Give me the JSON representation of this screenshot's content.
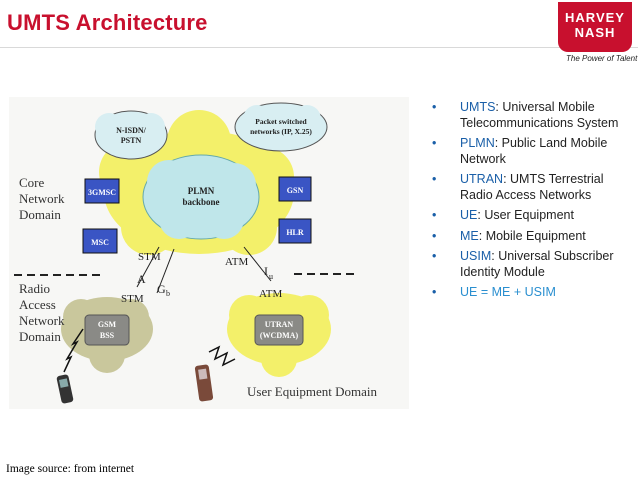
{
  "slide": {
    "title": "UMTS Architecture",
    "caption": "Image source: from internet"
  },
  "logo": {
    "line1": "HARVEY",
    "line2": "NASH",
    "tagline": "The Power of Talent"
  },
  "diagram": {
    "domains": {
      "core": [
        "Core",
        "Network",
        "Domain"
      ],
      "radio": [
        "Radio",
        "Access",
        "Network",
        "Domain"
      ],
      "ue": "User Equipment Domain"
    },
    "clouds": {
      "nisdn": [
        "N-ISDN/",
        "PSTN"
      ],
      "packet": [
        "Packet switched",
        "networks (IP, X.25)"
      ],
      "plmn": [
        "PLMN",
        "backbone"
      ],
      "gsm": [
        "GSM",
        "BSS"
      ],
      "utran": [
        "UTRAN",
        "(WCDMA)"
      ]
    },
    "nodes": {
      "g3msc": "3GMSC",
      "msc": "MSC",
      "gsn": "GSN",
      "hlr": "HLR"
    },
    "labels": {
      "stm_core": "STM",
      "atm_core": "ATM",
      "a": "A",
      "gb": "G",
      "gb_sub": "b",
      "iu": "I",
      "iu_sub": "u",
      "stm_radio": "STM",
      "atm_radio": "ATM"
    }
  },
  "bullets": [
    {
      "term": "UMTS",
      "text": ": Universal Mobile Telecommunications System"
    },
    {
      "term": "PLMN",
      "text": ": Public Land Mobile Network"
    },
    {
      "term": "UTRAN",
      "text": ": UMTS Terrestrial Radio Access Networks"
    },
    {
      "term": "UE",
      "text": ": User Equipment"
    },
    {
      "term": "ME",
      "text": ": Mobile Equipment"
    },
    {
      "term": "USIM",
      "text": ": Universal Subscriber Identity Module"
    },
    {
      "term": "",
      "text": "UE = ME + USIM"
    }
  ],
  "colors": {
    "accent": "#c8102e",
    "bullet_term": "#1a5fa8",
    "cloud_yellow": "#f3f06a",
    "cloud_blue": "#bfe6ea",
    "node_blue": "#3a55c4"
  }
}
